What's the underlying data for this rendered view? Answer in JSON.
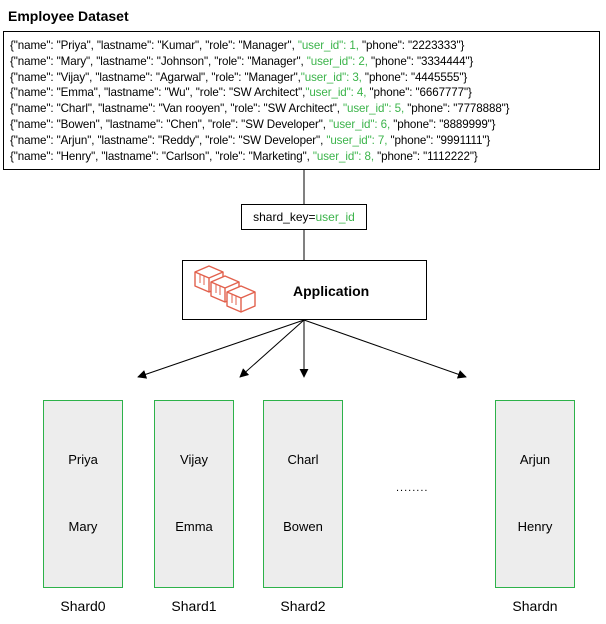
{
  "title": "Employee Dataset",
  "records": [
    {
      "prefix": "{\"name\": \"Priya\", \"lastname\": \"Kumar\", \"role\": \"Manager\", ",
      "key": "\"user_id\": 1,",
      "suffix": "  \"phone\": \"2223333\"}"
    },
    {
      "prefix": "{\"name\": \"Mary\", \"lastname\": \"Johnson\", \"role\": \"Manager\", ",
      "key": "\"user_id\": 2,",
      "suffix": " \"phone\": \"3334444\"}"
    },
    {
      "prefix": "{\"name\": \"Vijay\", \"lastname\": \"Agarwal\", \"role\": \"Manager\",",
      "key": "\"user_id\": 3,",
      "suffix": " \"phone\": \"4445555\"}"
    },
    {
      "prefix": "{\"name\": \"Emma\", \"lastname\": \"Wu\", \"role\": \"SW Architect\",",
      "key": "\"user_id\": 4,",
      "suffix": " \"phone\": \"6667777\"}"
    },
    {
      "prefix": "{\"name\": \"Charl\", \"lastname\": \"Van rooyen\", \"role\": \"SW Architect\", ",
      "key": "\"user_id\": 5,",
      "suffix": " \"phone\": \"7778888\"}"
    },
    {
      "prefix": "{\"name\": \"Bowen\", \"lastname\": \"Chen\", \"role\": \"SW Developer\", ",
      "key": "\"user_id\": 6,",
      "suffix": " \"phone\": \"8889999\"}"
    },
    {
      "prefix": "{\"name\": \"Arjun\", \"lastname\": \"Reddy\", \"role\": \"SW Developer\", ",
      "key": "\"user_id\": 7,",
      "suffix": " \"phone\": \"9991111\"}"
    },
    {
      "prefix": "{\"name\": \"Henry\", \"lastname\": \"Carlson\", \"role\": \"Marketing\", ",
      "key": "\"user_id\": 8,",
      "suffix": " \"phone\": \"1112222\"}"
    }
  ],
  "shard_key": {
    "label": "shard_key=",
    "value": "user_id"
  },
  "application": {
    "label": "Application",
    "icon": "stacked-cubes-icon"
  },
  "shards": [
    {
      "label": "Shard0",
      "items": [
        "Priya",
        "Mary"
      ]
    },
    {
      "label": "Shard1",
      "items": [
        "Vijay",
        "Emma"
      ]
    },
    {
      "label": "Shard2",
      "items": [
        "Charl",
        "Bowen"
      ]
    },
    {
      "label": "Shardn",
      "items": [
        "Arjun",
        "Henry"
      ]
    }
  ],
  "ellipsis": "........",
  "colors": {
    "key_green": "#3cb44b",
    "shard_border": "#2db24a",
    "shard_fill": "#ededed",
    "icon_red": "#e2614d"
  }
}
